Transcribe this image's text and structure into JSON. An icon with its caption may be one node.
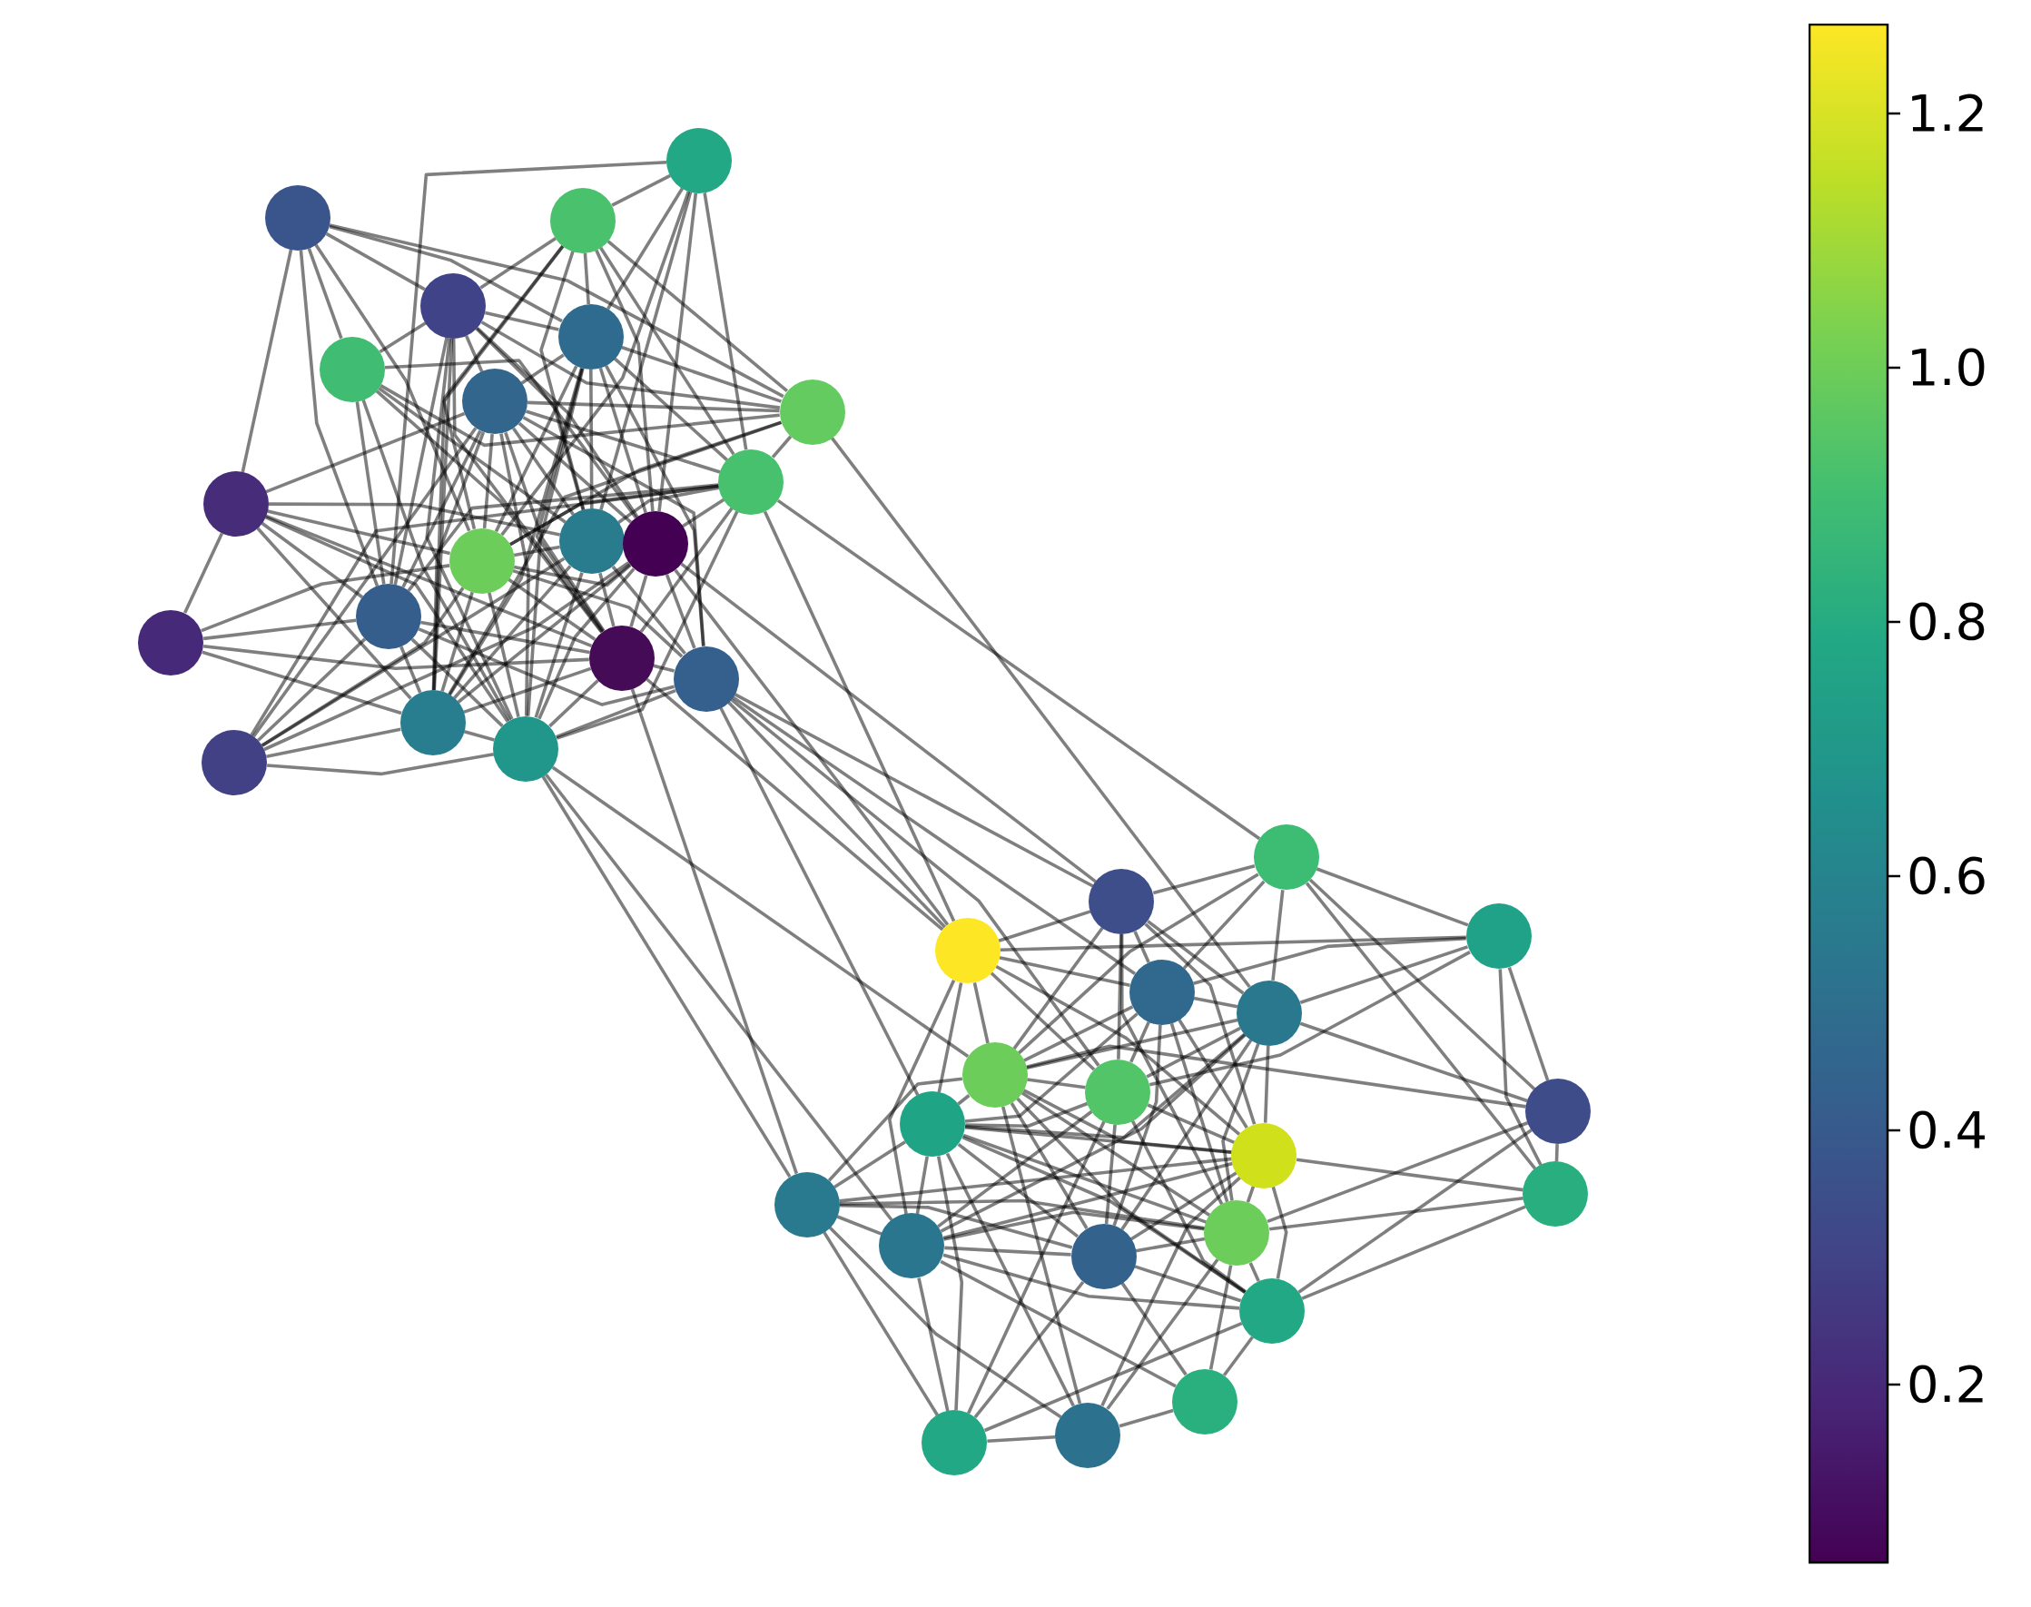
{
  "diagram": {
    "nodes": [
      {
        "text": [],
        "shape": "circle"
      },
      {
        "text": [],
        "shape": "circle"
      },
      {
        "text": [],
        "shape": "circle"
      },
      {
        "text": [],
        "shape": "circle"
      },
      {
        "text": [],
        "shape": "circle"
      },
      {
        "text": [],
        "shape": "circle"
      },
      {
        "text": [],
        "shape": "circle"
      },
      {
        "text": [],
        "shape": "circle"
      },
      {
        "text": [],
        "shape": "circle"
      },
      {
        "text": [],
        "shape": "circle"
      },
      {
        "text": [],
        "shape": "circle"
      },
      {
        "text": [],
        "shape": "circle"
      },
      {
        "text": [],
        "shape": "circle"
      },
      {
        "text": [],
        "shape": "circle"
      },
      {
        "text": [],
        "shape": "circle"
      },
      {
        "text": [],
        "shape": "circle"
      },
      {
        "text": [],
        "shape": "circle"
      },
      {
        "text": [],
        "shape": "circle"
      },
      {
        "text": [],
        "shape": "circle"
      },
      {
        "text": [],
        "shape": "circle"
      },
      {
        "text": [],
        "shape": "circle"
      },
      {
        "text": [],
        "shape": "circle"
      },
      {
        "text": [],
        "shape": "circle"
      },
      {
        "text": [],
        "shape": "circle"
      },
      {
        "text": [],
        "shape": "circle"
      },
      {
        "text": [],
        "shape": "circle"
      },
      {
        "text": [],
        "shape": "circle"
      },
      {
        "text": [],
        "shape": "circle"
      },
      {
        "text": [],
        "shape": "circle"
      },
      {
        "text": [],
        "shape": "circle"
      },
      {
        "text": [],
        "shape": "circle"
      },
      {
        "text": [],
        "shape": "circle"
      },
      {
        "text": [],
        "shape": "circle"
      },
      {
        "text": [],
        "shape": "circle"
      },
      {
        "text": [],
        "shape": "circle"
      },
      {
        "text": [],
        "shape": "circle"
      },
      {
        "text": [],
        "shape": "circle"
      },
      {
        "text": [],
        "shape": "circle"
      },
      {
        "text": [],
        "shape": "circle"
      },
      {
        "text": [],
        "shape": "circle"
      }
    ],
    "edges": [
      {
        "from": 0,
        "to": 3,
        "arrow": "none"
      },
      {
        "from": 0,
        "to": 4,
        "arrow": "none"
      },
      {
        "from": 0,
        "to": 5,
        "arrow": "none"
      },
      {
        "from": 0,
        "to": 9,
        "arrow": "none"
      },
      {
        "from": 0,
        "to": 12,
        "arrow": "none"
      },
      {
        "from": 0,
        "to": 14,
        "arrow": "none"
      },
      {
        "from": 0,
        "to": 7,
        "arrow": "none"
      },
      {
        "from": 1,
        "to": 2,
        "arrow": "none"
      },
      {
        "from": 1,
        "to": 3,
        "arrow": "none"
      },
      {
        "from": 1,
        "to": 4,
        "arrow": "none"
      },
      {
        "from": 1,
        "to": 7,
        "arrow": "none"
      },
      {
        "from": 1,
        "to": 8,
        "arrow": "none"
      },
      {
        "from": 1,
        "to": 10,
        "arrow": "none"
      },
      {
        "from": 1,
        "to": 11,
        "arrow": "none"
      },
      {
        "from": 1,
        "to": 12,
        "arrow": "none"
      },
      {
        "from": 1,
        "to": 17,
        "arrow": "none"
      },
      {
        "from": 2,
        "to": 4,
        "arrow": "none"
      },
      {
        "from": 2,
        "to": 8,
        "arrow": "none"
      },
      {
        "from": 2,
        "to": 10,
        "arrow": "none"
      },
      {
        "from": 2,
        "to": 11,
        "arrow": "none"
      },
      {
        "from": 2,
        "to": 14,
        "arrow": "none"
      },
      {
        "from": 2,
        "to": 12,
        "arrow": "none"
      },
      {
        "from": 3,
        "to": 4,
        "arrow": "none"
      },
      {
        "from": 3,
        "to": 5,
        "arrow": "none"
      },
      {
        "from": 3,
        "to": 6,
        "arrow": "none"
      },
      {
        "from": 3,
        "to": 7,
        "arrow": "none"
      },
      {
        "from": 3,
        "to": 10,
        "arrow": "none"
      },
      {
        "from": 3,
        "to": 11,
        "arrow": "none"
      },
      {
        "from": 3,
        "to": 14,
        "arrow": "none"
      },
      {
        "from": 3,
        "to": 15,
        "arrow": "none"
      },
      {
        "from": 3,
        "to": 17,
        "arrow": "none"
      },
      {
        "from": 3,
        "to": 18,
        "arrow": "none"
      },
      {
        "from": 4,
        "to": 6,
        "arrow": "none"
      },
      {
        "from": 4,
        "to": 7,
        "arrow": "none"
      },
      {
        "from": 4,
        "to": 8,
        "arrow": "none"
      },
      {
        "from": 4,
        "to": 10,
        "arrow": "none"
      },
      {
        "from": 4,
        "to": 11,
        "arrow": "none"
      },
      {
        "from": 4,
        "to": 12,
        "arrow": "none"
      },
      {
        "from": 4,
        "to": 15,
        "arrow": "none"
      },
      {
        "from": 4,
        "to": 16,
        "arrow": "none"
      },
      {
        "from": 4,
        "to": 17,
        "arrow": "none"
      },
      {
        "from": 4,
        "to": 18,
        "arrow": "none"
      },
      {
        "from": 5,
        "to": 7,
        "arrow": "none"
      },
      {
        "from": 5,
        "to": 10,
        "arrow": "none"
      },
      {
        "from": 5,
        "to": 11,
        "arrow": "none"
      },
      {
        "from": 5,
        "to": 14,
        "arrow": "none"
      },
      {
        "from": 5,
        "to": 15,
        "arrow": "none"
      },
      {
        "from": 5,
        "to": 18,
        "arrow": "none"
      },
      {
        "from": 6,
        "to": 7,
        "arrow": "none"
      },
      {
        "from": 6,
        "to": 8,
        "arrow": "none"
      },
      {
        "from": 6,
        "to": 9,
        "arrow": "none"
      },
      {
        "from": 6,
        "to": 10,
        "arrow": "none"
      },
      {
        "from": 6,
        "to": 11,
        "arrow": "none"
      },
      {
        "from": 6,
        "to": 12,
        "arrow": "none"
      },
      {
        "from": 6,
        "to": 14,
        "arrow": "none"
      },
      {
        "from": 6,
        "to": 15,
        "arrow": "none"
      },
      {
        "from": 6,
        "to": 16,
        "arrow": "none"
      },
      {
        "from": 6,
        "to": 17,
        "arrow": "none"
      },
      {
        "from": 6,
        "to": 18,
        "arrow": "none"
      },
      {
        "from": 6,
        "to": 19,
        "arrow": "none"
      },
      {
        "from": 7,
        "to": 8,
        "arrow": "none"
      },
      {
        "from": 7,
        "to": 12,
        "arrow": "none"
      },
      {
        "from": 7,
        "to": 17,
        "arrow": "none"
      },
      {
        "from": 8,
        "to": 10,
        "arrow": "none"
      },
      {
        "from": 8,
        "to": 11,
        "arrow": "none"
      },
      {
        "from": 8,
        "to": 12,
        "arrow": "none"
      },
      {
        "from": 8,
        "to": 14,
        "arrow": "none"
      },
      {
        "from": 8,
        "to": 15,
        "arrow": "none"
      },
      {
        "from": 8,
        "to": 18,
        "arrow": "none"
      },
      {
        "from": 8,
        "to": 19,
        "arrow": "none"
      },
      {
        "from": 9,
        "to": 10,
        "arrow": "none"
      },
      {
        "from": 9,
        "to": 12,
        "arrow": "none"
      },
      {
        "from": 9,
        "to": 13,
        "arrow": "none"
      },
      {
        "from": 9,
        "to": 14,
        "arrow": "none"
      },
      {
        "from": 9,
        "to": 15,
        "arrow": "none"
      },
      {
        "from": 9,
        "to": 17,
        "arrow": "none"
      },
      {
        "from": 9,
        "to": 18,
        "arrow": "none"
      },
      {
        "from": 10,
        "to": 12,
        "arrow": "none"
      },
      {
        "from": 10,
        "to": 15,
        "arrow": "none"
      },
      {
        "from": 10,
        "to": 16,
        "arrow": "none"
      },
      {
        "from": 10,
        "to": 17,
        "arrow": "none"
      },
      {
        "from": 10,
        "to": 18,
        "arrow": "none"
      },
      {
        "from": 10,
        "to": 19,
        "arrow": "none"
      },
      {
        "from": 11,
        "to": 12,
        "arrow": "none"
      },
      {
        "from": 11,
        "to": 15,
        "arrow": "none"
      },
      {
        "from": 11,
        "to": 16,
        "arrow": "none"
      },
      {
        "from": 11,
        "to": 17,
        "arrow": "none"
      },
      {
        "from": 11,
        "to": 18,
        "arrow": "none"
      },
      {
        "from": 11,
        "to": 19,
        "arrow": "none"
      },
      {
        "from": 12,
        "to": 13,
        "arrow": "none"
      },
      {
        "from": 12,
        "to": 15,
        "arrow": "none"
      },
      {
        "from": 12,
        "to": 16,
        "arrow": "none"
      },
      {
        "from": 12,
        "to": 17,
        "arrow": "none"
      },
      {
        "from": 12,
        "to": 18,
        "arrow": "none"
      },
      {
        "from": 12,
        "to": 19,
        "arrow": "none"
      },
      {
        "from": 13,
        "to": 14,
        "arrow": "none"
      },
      {
        "from": 13,
        "to": 15,
        "arrow": "none"
      },
      {
        "from": 13,
        "to": 17,
        "arrow": "none"
      },
      {
        "from": 14,
        "to": 15,
        "arrow": "none"
      },
      {
        "from": 14,
        "to": 16,
        "arrow": "none"
      },
      {
        "from": 14,
        "to": 17,
        "arrow": "none"
      },
      {
        "from": 14,
        "to": 18,
        "arrow": "none"
      },
      {
        "from": 14,
        "to": 19,
        "arrow": "none"
      },
      {
        "from": 15,
        "to": 16,
        "arrow": "none"
      },
      {
        "from": 15,
        "to": 17,
        "arrow": "none"
      },
      {
        "from": 15,
        "to": 18,
        "arrow": "none"
      },
      {
        "from": 16,
        "to": 18,
        "arrow": "none"
      },
      {
        "from": 17,
        "to": 18,
        "arrow": "none"
      },
      {
        "from": 17,
        "to": 19,
        "arrow": "none"
      },
      {
        "from": 18,
        "to": 19,
        "arrow": "none"
      },
      {
        "from": 7,
        "to": 25,
        "arrow": "none"
      },
      {
        "from": 8,
        "to": 20,
        "arrow": "none"
      },
      {
        "from": 8,
        "to": 23,
        "arrow": "none"
      },
      {
        "from": 11,
        "to": 21,
        "arrow": "none"
      },
      {
        "from": 16,
        "to": 21,
        "arrow": "none"
      },
      {
        "from": 16,
        "to": 24,
        "arrow": "none"
      },
      {
        "from": 16,
        "to": 23,
        "arrow": "none"
      },
      {
        "from": 15,
        "to": 23,
        "arrow": "none"
      },
      {
        "from": 11,
        "to": 23,
        "arrow": "none"
      },
      {
        "from": 15,
        "to": 32,
        "arrow": "none"
      },
      {
        "from": 18,
        "to": 32,
        "arrow": "none"
      },
      {
        "from": 18,
        "to": 26,
        "arrow": "none"
      },
      {
        "from": 18,
        "to": 34,
        "arrow": "none"
      },
      {
        "from": 16,
        "to": 28,
        "arrow": "none"
      },
      {
        "from": 16,
        "to": 27,
        "arrow": "none"
      },
      {
        "from": 20,
        "to": 21,
        "arrow": "none"
      },
      {
        "from": 20,
        "to": 22,
        "arrow": "none"
      },
      {
        "from": 20,
        "to": 24,
        "arrow": "none"
      },
      {
        "from": 20,
        "to": 25,
        "arrow": "none"
      },
      {
        "from": 20,
        "to": 26,
        "arrow": "none"
      },
      {
        "from": 20,
        "to": 29,
        "arrow": "none"
      },
      {
        "from": 20,
        "to": 31,
        "arrow": "none"
      },
      {
        "from": 21,
        "to": 23,
        "arrow": "none"
      },
      {
        "from": 21,
        "to": 24,
        "arrow": "none"
      },
      {
        "from": 21,
        "to": 25,
        "arrow": "none"
      },
      {
        "from": 21,
        "to": 26,
        "arrow": "none"
      },
      {
        "from": 21,
        "to": 27,
        "arrow": "none"
      },
      {
        "from": 21,
        "to": 30,
        "arrow": "none"
      },
      {
        "from": 21,
        "to": 33,
        "arrow": "none"
      },
      {
        "from": 22,
        "to": 23,
        "arrow": "none"
      },
      {
        "from": 22,
        "to": 24,
        "arrow": "none"
      },
      {
        "from": 22,
        "to": 25,
        "arrow": "none"
      },
      {
        "from": 22,
        "to": 29,
        "arrow": "none"
      },
      {
        "from": 22,
        "to": 31,
        "arrow": "none"
      },
      {
        "from": 22,
        "to": 27,
        "arrow": "none"
      },
      {
        "from": 23,
        "to": 24,
        "arrow": "none"
      },
      {
        "from": 23,
        "to": 26,
        "arrow": "none"
      },
      {
        "from": 23,
        "to": 27,
        "arrow": "none"
      },
      {
        "from": 23,
        "to": 28,
        "arrow": "none"
      },
      {
        "from": 23,
        "to": 30,
        "arrow": "none"
      },
      {
        "from": 23,
        "to": 34,
        "arrow": "none"
      },
      {
        "from": 24,
        "to": 25,
        "arrow": "none"
      },
      {
        "from": 24,
        "to": 26,
        "arrow": "none"
      },
      {
        "from": 24,
        "to": 27,
        "arrow": "none"
      },
      {
        "from": 24,
        "to": 28,
        "arrow": "none"
      },
      {
        "from": 24,
        "to": 30,
        "arrow": "none"
      },
      {
        "from": 24,
        "to": 33,
        "arrow": "none"
      },
      {
        "from": 24,
        "to": 35,
        "arrow": "none"
      },
      {
        "from": 25,
        "to": 26,
        "arrow": "none"
      },
      {
        "from": 25,
        "to": 27,
        "arrow": "none"
      },
      {
        "from": 25,
        "to": 28,
        "arrow": "none"
      },
      {
        "from": 25,
        "to": 29,
        "arrow": "none"
      },
      {
        "from": 25,
        "to": 30,
        "arrow": "none"
      },
      {
        "from": 25,
        "to": 33,
        "arrow": "none"
      },
      {
        "from": 25,
        "to": 35,
        "arrow": "none"
      },
      {
        "from": 25,
        "to": 34,
        "arrow": "none"
      },
      {
        "from": 26,
        "to": 27,
        "arrow": "none"
      },
      {
        "from": 26,
        "to": 28,
        "arrow": "none"
      },
      {
        "from": 26,
        "to": 29,
        "arrow": "none"
      },
      {
        "from": 26,
        "to": 30,
        "arrow": "none"
      },
      {
        "from": 26,
        "to": 32,
        "arrow": "none"
      },
      {
        "from": 26,
        "to": 33,
        "arrow": "none"
      },
      {
        "from": 26,
        "to": 35,
        "arrow": "none"
      },
      {
        "from": 26,
        "to": 36,
        "arrow": "none"
      },
      {
        "from": 26,
        "to": 39,
        "arrow": "none"
      },
      {
        "from": 27,
        "to": 28,
        "arrow": "none"
      },
      {
        "from": 27,
        "to": 30,
        "arrow": "none"
      },
      {
        "from": 27,
        "to": 34,
        "arrow": "none"
      },
      {
        "from": 27,
        "to": 35,
        "arrow": "none"
      },
      {
        "from": 27,
        "to": 36,
        "arrow": "none"
      },
      {
        "from": 27,
        "to": 38,
        "arrow": "none"
      },
      {
        "from": 28,
        "to": 30,
        "arrow": "none"
      },
      {
        "from": 28,
        "to": 32,
        "arrow": "none"
      },
      {
        "from": 28,
        "to": 33,
        "arrow": "none"
      },
      {
        "from": 28,
        "to": 34,
        "arrow": "none"
      },
      {
        "from": 28,
        "to": 35,
        "arrow": "none"
      },
      {
        "from": 28,
        "to": 36,
        "arrow": "none"
      },
      {
        "from": 28,
        "to": 38,
        "arrow": "none"
      },
      {
        "from": 28,
        "to": 39,
        "arrow": "none"
      },
      {
        "from": 29,
        "to": 31,
        "arrow": "none"
      },
      {
        "from": 29,
        "to": 33,
        "arrow": "none"
      },
      {
        "from": 29,
        "to": 36,
        "arrow": "none"
      },
      {
        "from": 30,
        "to": 31,
        "arrow": "none"
      },
      {
        "from": 30,
        "to": 32,
        "arrow": "none"
      },
      {
        "from": 30,
        "to": 33,
        "arrow": "none"
      },
      {
        "from": 30,
        "to": 34,
        "arrow": "none"
      },
      {
        "from": 30,
        "to": 35,
        "arrow": "none"
      },
      {
        "from": 30,
        "to": 36,
        "arrow": "none"
      },
      {
        "from": 30,
        "to": 39,
        "arrow": "none"
      },
      {
        "from": 31,
        "to": 33,
        "arrow": "none"
      },
      {
        "from": 31,
        "to": 36,
        "arrow": "none"
      },
      {
        "from": 32,
        "to": 33,
        "arrow": "none"
      },
      {
        "from": 32,
        "to": 34,
        "arrow": "none"
      },
      {
        "from": 32,
        "to": 35,
        "arrow": "none"
      },
      {
        "from": 32,
        "to": 38,
        "arrow": "none"
      },
      {
        "from": 32,
        "to": 39,
        "arrow": "none"
      },
      {
        "from": 33,
        "to": 34,
        "arrow": "none"
      },
      {
        "from": 33,
        "to": 35,
        "arrow": "none"
      },
      {
        "from": 33,
        "to": 36,
        "arrow": "none"
      },
      {
        "from": 33,
        "to": 37,
        "arrow": "none"
      },
      {
        "from": 33,
        "to": 39,
        "arrow": "none"
      },
      {
        "from": 34,
        "to": 35,
        "arrow": "none"
      },
      {
        "from": 34,
        "to": 36,
        "arrow": "none"
      },
      {
        "from": 34,
        "to": 37,
        "arrow": "none"
      },
      {
        "from": 34,
        "to": 38,
        "arrow": "none"
      },
      {
        "from": 35,
        "to": 36,
        "arrow": "none"
      },
      {
        "from": 35,
        "to": 37,
        "arrow": "none"
      },
      {
        "from": 35,
        "to": 38,
        "arrow": "none"
      },
      {
        "from": 36,
        "to": 37,
        "arrow": "none"
      },
      {
        "from": 36,
        "to": 38,
        "arrow": "none"
      },
      {
        "from": 37,
        "to": 39,
        "arrow": "none"
      },
      {
        "from": 38,
        "to": 39,
        "arrow": "none"
      }
    ],
    "labels": [
      "1.2",
      "1.0",
      "0.8",
      "0.6",
      "0.4",
      "0.2"
    ]
  }
}
